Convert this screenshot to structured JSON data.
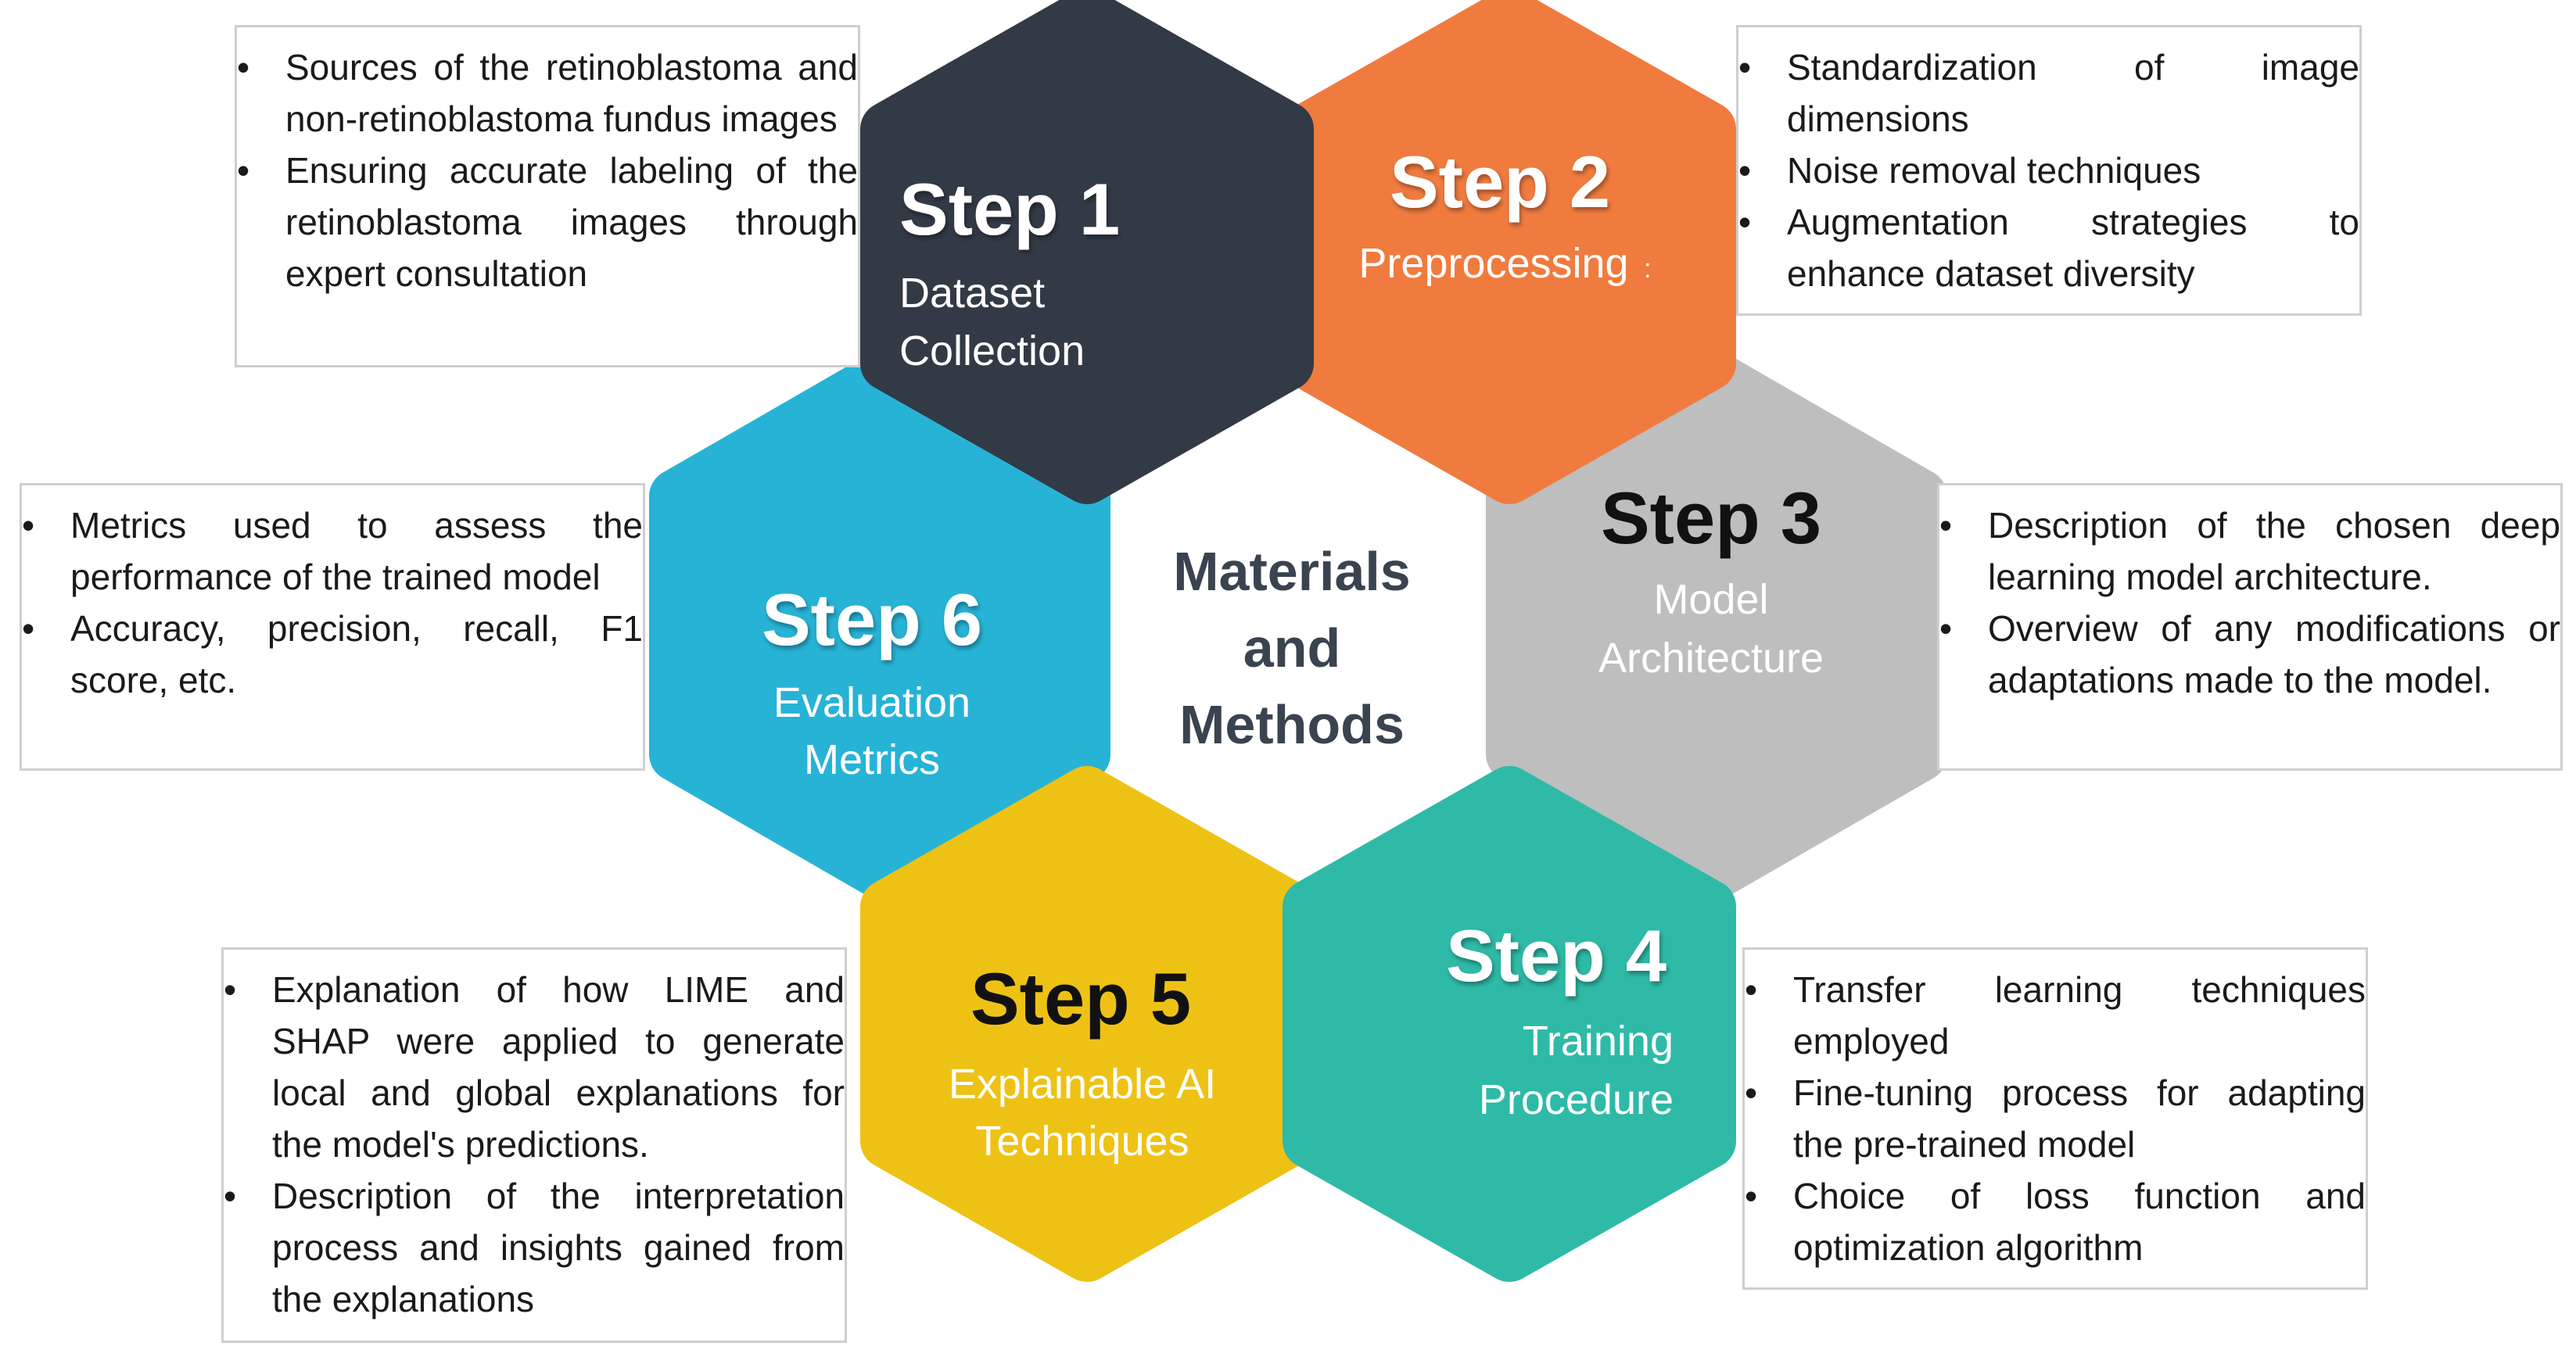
{
  "center": {
    "line1": "Materials",
    "line2": "and",
    "line3": "Methods"
  },
  "colors": {
    "step1": "#323a46",
    "step2": "#f07b3f",
    "step3": "#bebebe",
    "step4": "#2ebaa7",
    "step5": "#eec215",
    "step6": "#27b3d6",
    "center_text": "#3a4350"
  },
  "steps": [
    {
      "heading": "Step 1",
      "subtitle1": "Dataset",
      "subtitle2": "Collection",
      "bullets": [
        "Sources of the retinoblastoma and non-retinoblastoma fundus images",
        "Ensuring accurate labeling of the retinoblastoma images through expert consultation"
      ]
    },
    {
      "heading": "Step 2",
      "subtitle1": "Preprocessing",
      "subtitle2": ":",
      "bullets": [
        "Standardization of image dimensions",
        "Noise removal techniques",
        "Augmentation strategies to enhance dataset diversity"
      ]
    },
    {
      "heading": "Step 3",
      "subtitle1": "Model",
      "subtitle2": "Architecture",
      "bullets": [
        "Description of the chosen deep learning model architecture.",
        "Overview of any modifications or adaptations made to the model."
      ]
    },
    {
      "heading": "Step 4",
      "subtitle1": "Training",
      "subtitle2": "Procedure",
      "bullets": [
        "Transfer learning techniques employed",
        "Fine-tuning process for adapting the pre-trained model",
        "Choice of loss function and optimization algorithm"
      ]
    },
    {
      "heading": "Step 5",
      "subtitle1": "Explainable AI",
      "subtitle2": "Techniques",
      "bullets": [
        "Explanation of how LIME and SHAP were applied to generate local and global explanations for the model's predictions.",
        "Description of the interpretation process and insights gained from the explanations"
      ]
    },
    {
      "heading": "Step 6",
      "subtitle1": "Evaluation",
      "subtitle2": "Metrics",
      "bullets": [
        "Metrics used to assess the performance of the trained model",
        "Accuracy, precision, recall, F1 score, etc."
      ]
    }
  ]
}
